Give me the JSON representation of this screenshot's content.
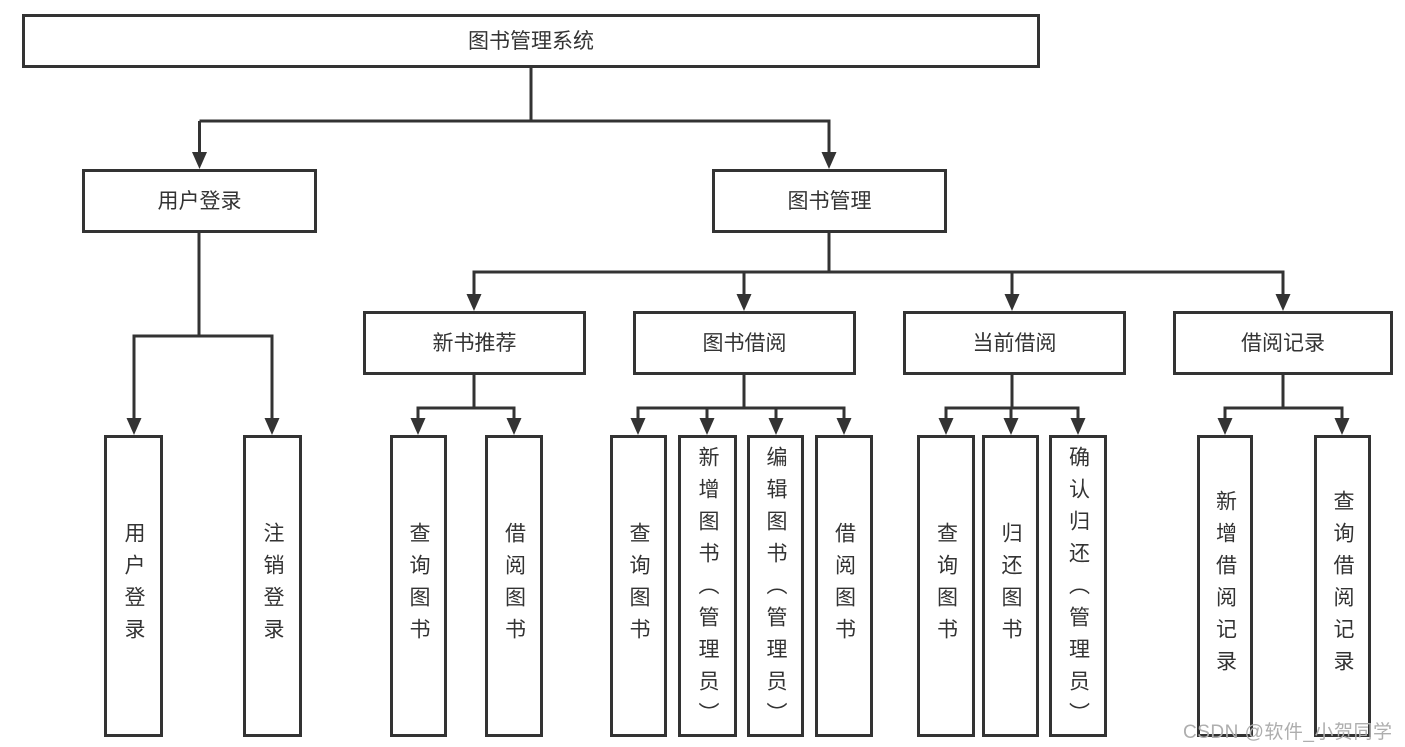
{
  "hierarchy": {
    "label": "图书管理系统",
    "children": [
      {
        "label": "用户登录",
        "children": [
          {
            "label": "用户登录"
          },
          {
            "label": "注销登录"
          }
        ]
      },
      {
        "label": "图书管理",
        "children": [
          {
            "label": "新书推荐",
            "children": [
              {
                "label": "查询图书"
              },
              {
                "label": "借阅图书"
              }
            ]
          },
          {
            "label": "图书借阅",
            "children": [
              {
                "label": "查询图书"
              },
              {
                "label": "新增图书（管理员）"
              },
              {
                "label": "编辑图书（管理员）"
              },
              {
                "label": "借阅图书"
              }
            ]
          },
          {
            "label": "当前借阅",
            "children": [
              {
                "label": "查询图书"
              },
              {
                "label": "归还图书"
              },
              {
                "label": "确认归还（管理员）"
              }
            ]
          },
          {
            "label": "借阅记录",
            "children": [
              {
                "label": "新增借阅记录"
              },
              {
                "label": "查询借阅记录"
              }
            ]
          }
        ]
      }
    ]
  },
  "watermark": {
    "text": "CSDN @软件_小贺同学"
  },
  "colors": {
    "line": "#333333",
    "box_border": "#333333",
    "text": "#333333",
    "background": "#ffffff",
    "watermark": "#aeaeae"
  }
}
